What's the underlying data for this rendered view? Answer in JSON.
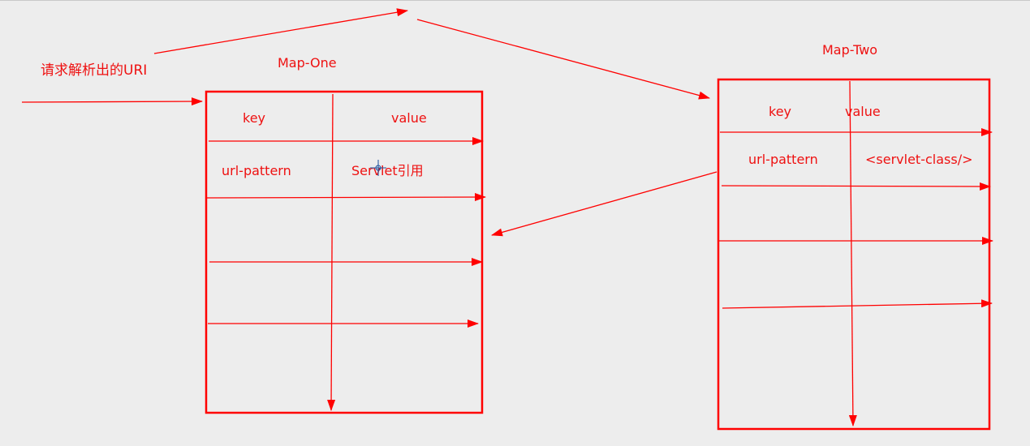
{
  "request_label": "请求解析出的URI",
  "map_one": {
    "title": "Map-One",
    "header_key": "key",
    "header_value": "value",
    "row_key": "url-pattern",
    "row_value": "Servlet引用"
  },
  "map_two": {
    "title": "Map-Two",
    "header_key": "key",
    "header_value": "value",
    "row_key": "url-pattern",
    "row_value": "<servlet-class/>"
  },
  "colors": {
    "line": "#ff0000",
    "text": "#ee1111",
    "background": "#ededed",
    "cursor": "#1a4f9c"
  },
  "icons": {
    "cursor": "crosshair-cursor-icon"
  }
}
